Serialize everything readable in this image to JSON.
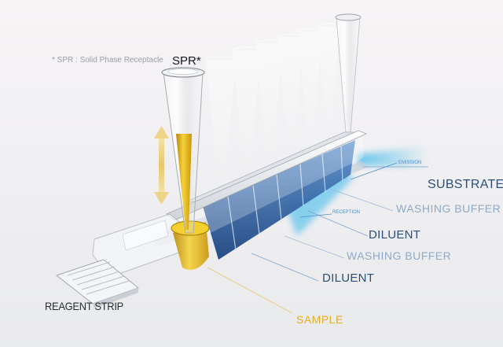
{
  "note": "* SPR : Solid Phase Receptacle",
  "spr_label": "SPR*",
  "reagent_strip_label": "REAGENT STRIP",
  "wells": [
    {
      "label": "SUBSTRATE",
      "color": "#2b4f7a"
    },
    {
      "label": "WASHING BUFFER",
      "color": "#8fa9c9"
    },
    {
      "label": "DILUENT",
      "color": "#2b4f7a"
    },
    {
      "label": "WASHING BUFFER",
      "color": "#8fa9c9"
    },
    {
      "label": "DILUENT",
      "color": "#2b4f7a"
    },
    {
      "label": "SAMPLE",
      "color": "#e0ae25"
    }
  ],
  "optics": {
    "emission": "EMISSION",
    "reception": "RECEPTION"
  },
  "colors": {
    "liquid_blue": "#1f5fa8",
    "sample_gold": "#e3b215",
    "light_beam": "#35b7ec"
  }
}
